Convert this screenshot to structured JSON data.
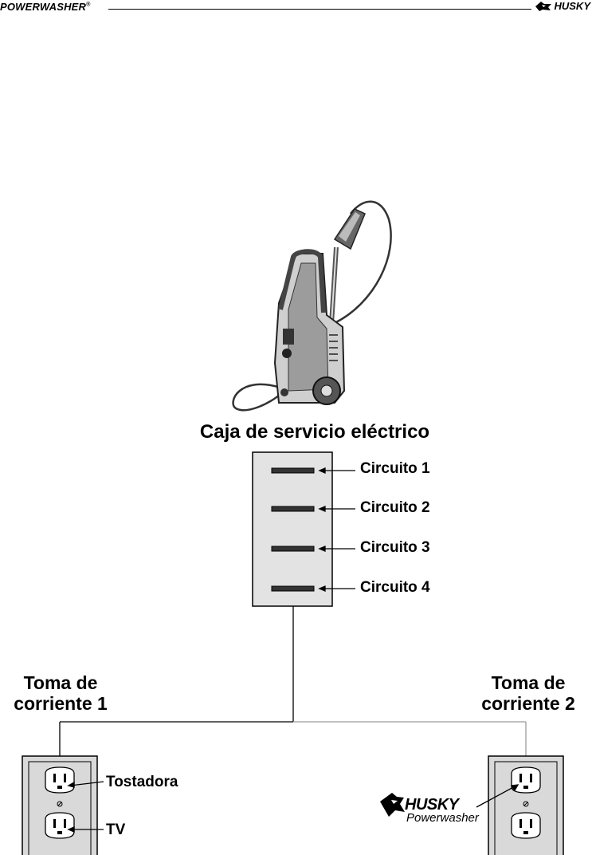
{
  "header": {
    "brand": "POWERWASHER",
    "brand_mark": "®",
    "logo_text": "HUSKY",
    "logo_icon": "husky-dog-head-icon"
  },
  "diagram": {
    "title": "Caja de servicio eléctrico",
    "circuits": [
      "Circuito 1",
      "Circuito 2",
      "Circuito 3",
      "Circuito 4"
    ],
    "outlet_1": {
      "line1": "Toma de",
      "line2": "corriente 1",
      "devices": [
        "Tostadora",
        "TV"
      ]
    },
    "outlet_2": {
      "line1": "Toma de",
      "line2": "corriente 2",
      "device_logo": {
        "brand": "HUSKY",
        "product": "Powerwasher"
      }
    }
  },
  "colors": {
    "panel_fill": "#e3e3e3",
    "outlet_fill": "#d9d9d9",
    "breaker": "#333333",
    "wire": "#000000",
    "wire_light": "#9a9a9a"
  }
}
